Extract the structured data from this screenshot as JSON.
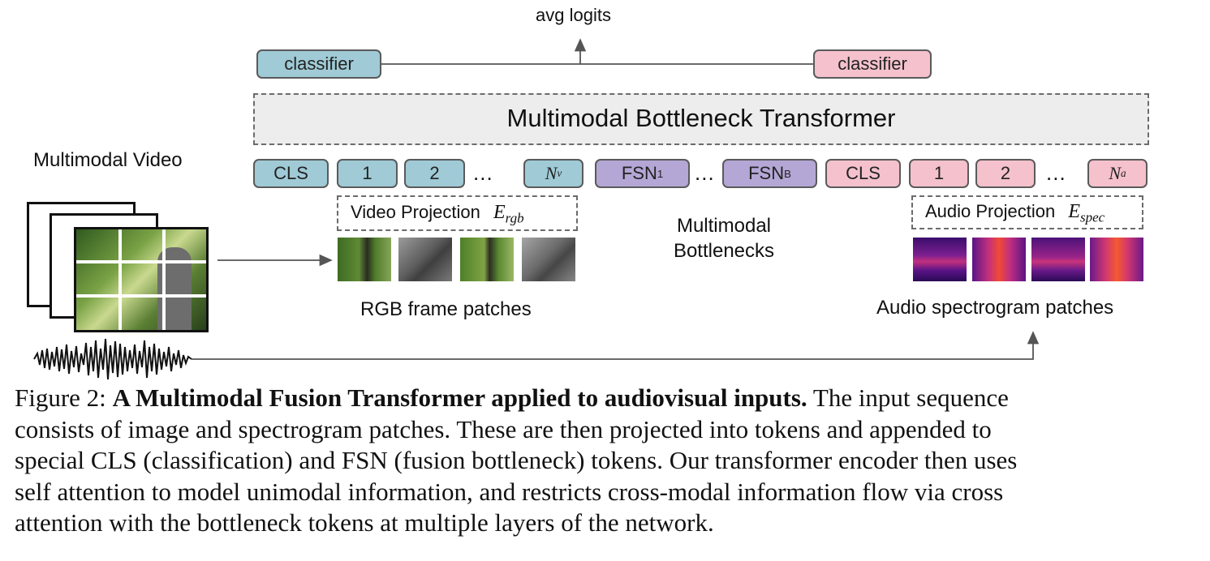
{
  "top_label": "avg logits",
  "classifiers": {
    "left": "classifier",
    "right": "classifier"
  },
  "transformer_title": "Multimodal Bottleneck Transformer",
  "video_label": "Multimodal Video",
  "tokens": {
    "video_cls": "CLS",
    "video_1": "1",
    "video_2": "2",
    "dots": "...",
    "video_n_base": "N",
    "video_n_sub": "v",
    "fsn1_base": "FSN",
    "fsn1_sub": "1",
    "fsnb_base": "FSN",
    "fsnb_sub": "B",
    "audio_cls": "CLS",
    "audio_1": "1",
    "audio_2": "2",
    "audio_n_base": "N",
    "audio_n_sub": "a"
  },
  "video_projection": {
    "label": "Video Projection",
    "symbol": "E",
    "sub": "rgb"
  },
  "audio_projection": {
    "label": "Audio Projection",
    "symbol": "E",
    "sub": "spec"
  },
  "bottleneck_label_line1": "Multimodal",
  "bottleneck_label_line2": "Bottlenecks",
  "rgb_patches_label": "RGB frame patches",
  "audio_patches_label": "Audio spectrogram patches",
  "caption": {
    "prefix": "Figure 2: ",
    "bold": "A Multimodal Fusion Transformer applied to audiovisual inputs.",
    "line1_rest": " The input sequence",
    "line2": "consists of image and spectrogram patches. These are then projected into tokens and appended to",
    "line3": "special CLS (classification) and FSN (fusion bottleneck) tokens. Our transformer encoder then uses",
    "line4": "self attention to model unimodal information, and restricts cross-modal information flow via cross",
    "line5": "attention with the bottleneck tokens at multiple layers of the network."
  },
  "colors": {
    "video_token": "#9fcad6",
    "audio_token": "#f4c1cc",
    "bottleneck_token": "#b4a7d6",
    "transformer_fill": "#ededed"
  }
}
